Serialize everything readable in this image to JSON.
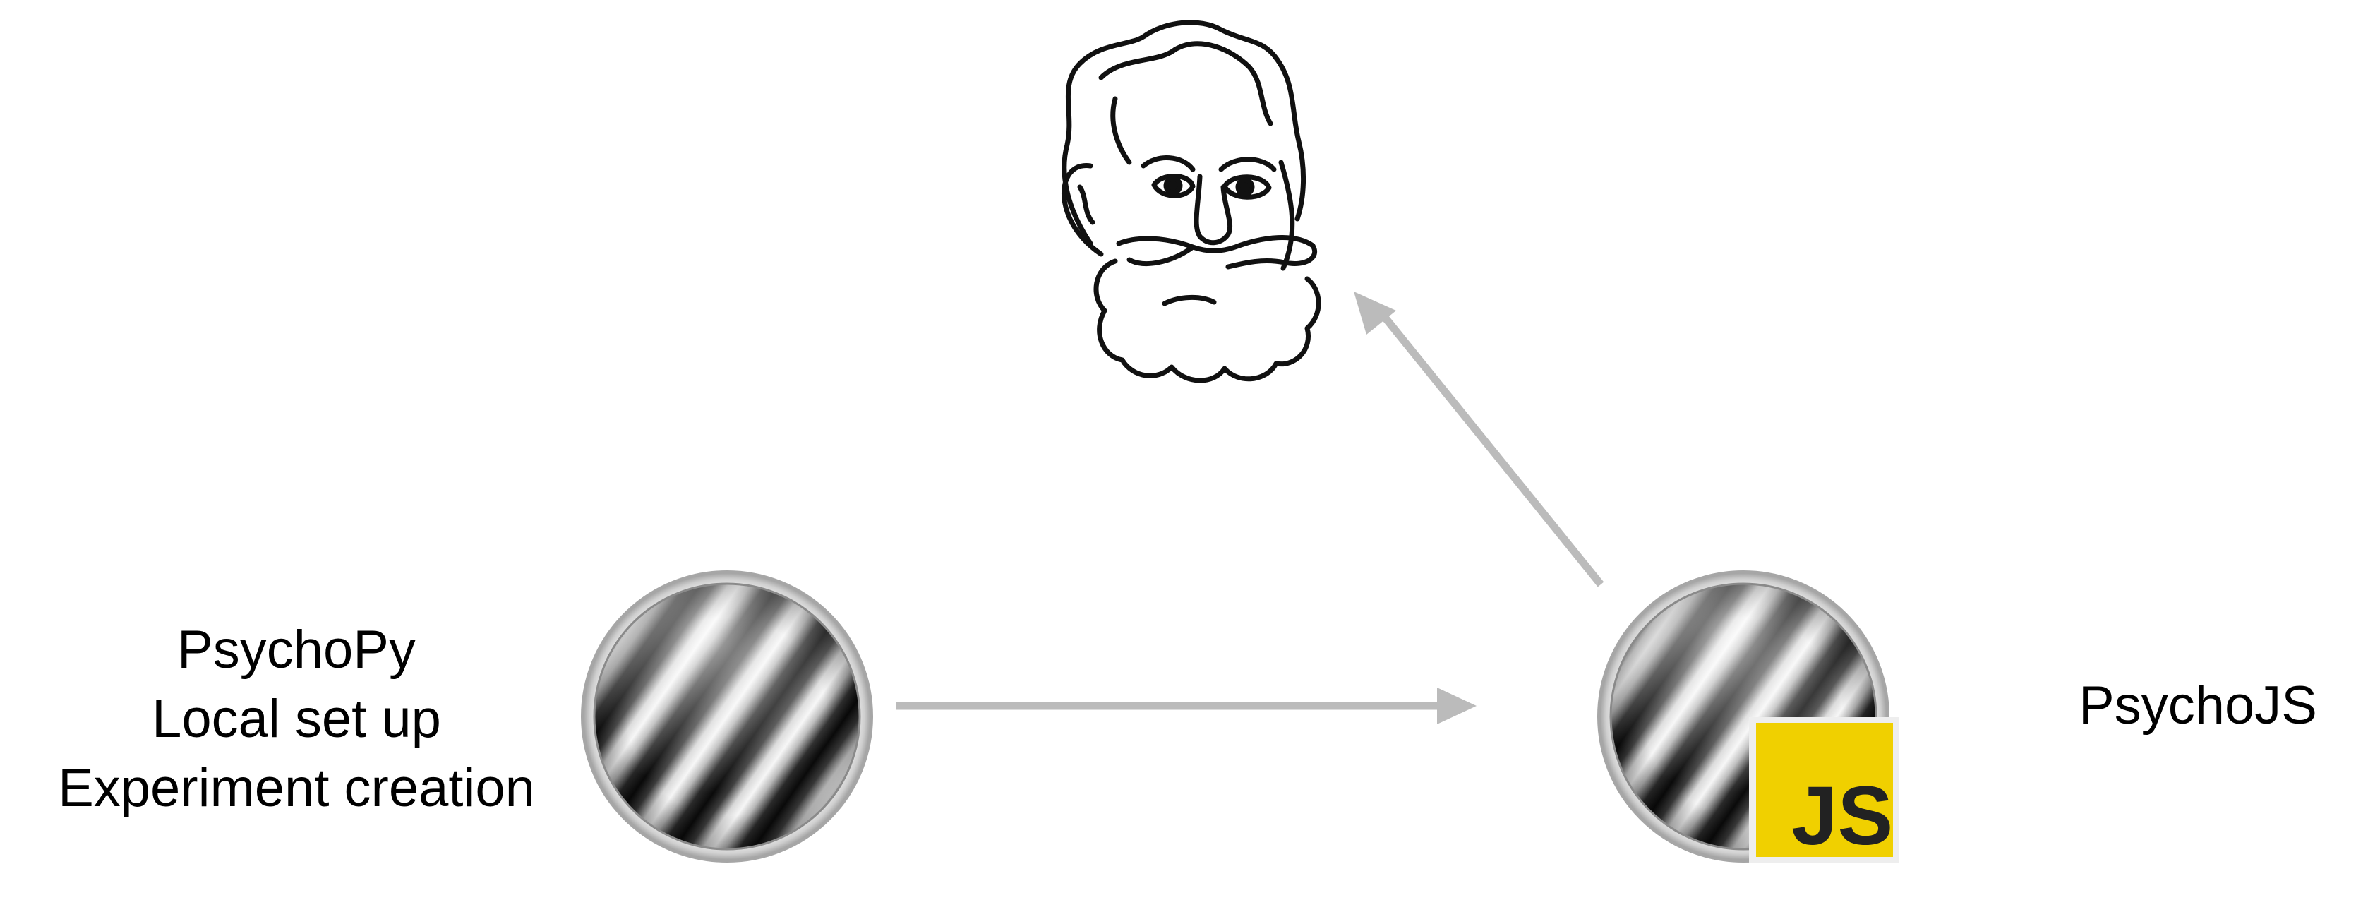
{
  "diagram": {
    "left_node": {
      "label_lines": [
        "PsychoPy",
        "Local set up",
        "Experiment creation"
      ],
      "icon": "psychopy-grating-icon"
    },
    "right_node": {
      "label": "PsychoJS",
      "icon": "psychopy-grating-icon",
      "badge_text": "JS",
      "badge_icon": "javascript-badge-icon"
    },
    "top_node": {
      "icon": "bearded-face-line-drawing"
    },
    "edges": [
      {
        "from": "left_node",
        "to": "right_node"
      },
      {
        "from": "right_node",
        "to": "top_node"
      }
    ],
    "colors": {
      "arrow": "#bbbbbb",
      "badge": "#f0d000",
      "badge_text": "#222222",
      "text": "#000000"
    }
  }
}
